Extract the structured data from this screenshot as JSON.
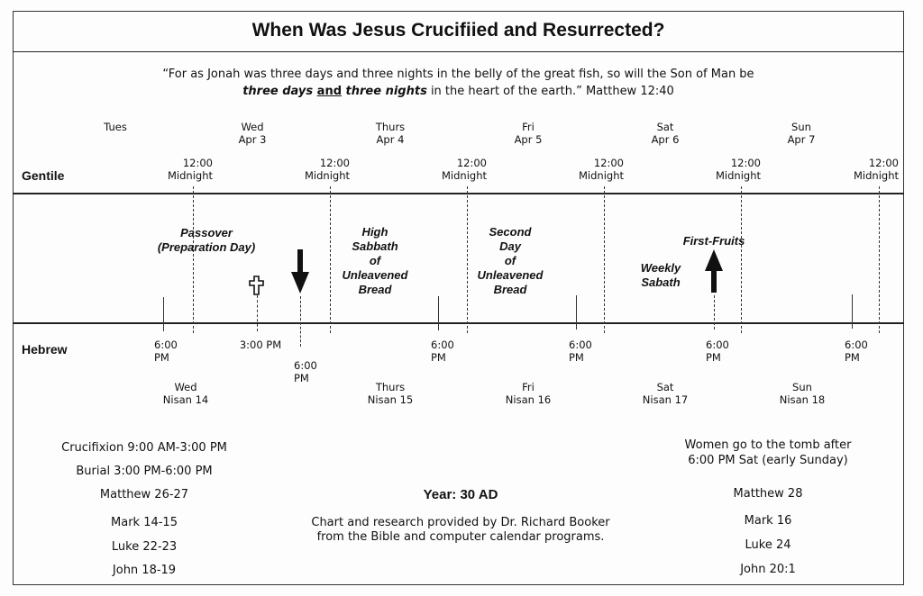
{
  "title": "When Was Jesus Crucifiied and Resurrected?",
  "quote": {
    "line1": "“For as Jonah was three days and three nights in the belly of the great fish, so will the Son of Man be",
    "line2_bold_a": "three days ",
    "line2_underlined": "and",
    "line2_bold_b": " three nights",
    "line2_rest": " in the heart of the earth.” Matthew 12:40"
  },
  "gentile": {
    "label": "Gentile",
    "days": [
      {
        "day": "Tues",
        "date": ""
      },
      {
        "day": "Wed",
        "date": "Apr 3"
      },
      {
        "day": "Thurs",
        "date": "Apr 4"
      },
      {
        "day": "Fri",
        "date": "Apr 5"
      },
      {
        "day": "Sat",
        "date": "Apr 6"
      },
      {
        "day": "Sun",
        "date": "Apr 7"
      }
    ],
    "midnight_time": "12:00",
    "midnight_label": "Midnight"
  },
  "events": {
    "passover": [
      "Passover",
      "(Preparation Day)"
    ],
    "high_sabbath": [
      "High",
      "Sabbath",
      "of",
      "Unleavened",
      "Bread"
    ],
    "second_day": [
      "Second",
      "Day",
      "of",
      "Unleavened",
      "Bread"
    ],
    "weekly_sabbath": [
      "Weekly",
      "Sabath"
    ],
    "first_fruits": "First-Fruits"
  },
  "hebrew": {
    "label": "Hebrew",
    "six_pm": [
      "6:00",
      "PM"
    ],
    "three_pm": "3:00 PM",
    "days": [
      {
        "day": "Wed",
        "date": "Nisan 14"
      },
      {
        "day": "Thurs",
        "date": "Nisan 15"
      },
      {
        "day": "Fri",
        "date": "Nisan 16"
      },
      {
        "day": "Sat",
        "date": "Nisan 17"
      },
      {
        "day": "Sun",
        "date": "Nisan 18"
      }
    ]
  },
  "left_notes": [
    "Crucifixion 9:00 AM-3:00 PM",
    "Burial 3:00 PM-6:00 PM",
    "Matthew 26-27",
    "Mark 14-15",
    "Luke 22-23",
    "John 18-19"
  ],
  "center": {
    "year": "Year: 30 AD",
    "credit1": "Chart and research provided by Dr. Richard Booker",
    "credit2": "from the Bible and computer calendar programs."
  },
  "right_notes": [
    "Women go to the tomb after",
    "6:00 PM Sat (early Sunday)",
    "Matthew 28",
    "Mark 16",
    "Luke 24",
    "John 20:1"
  ]
}
